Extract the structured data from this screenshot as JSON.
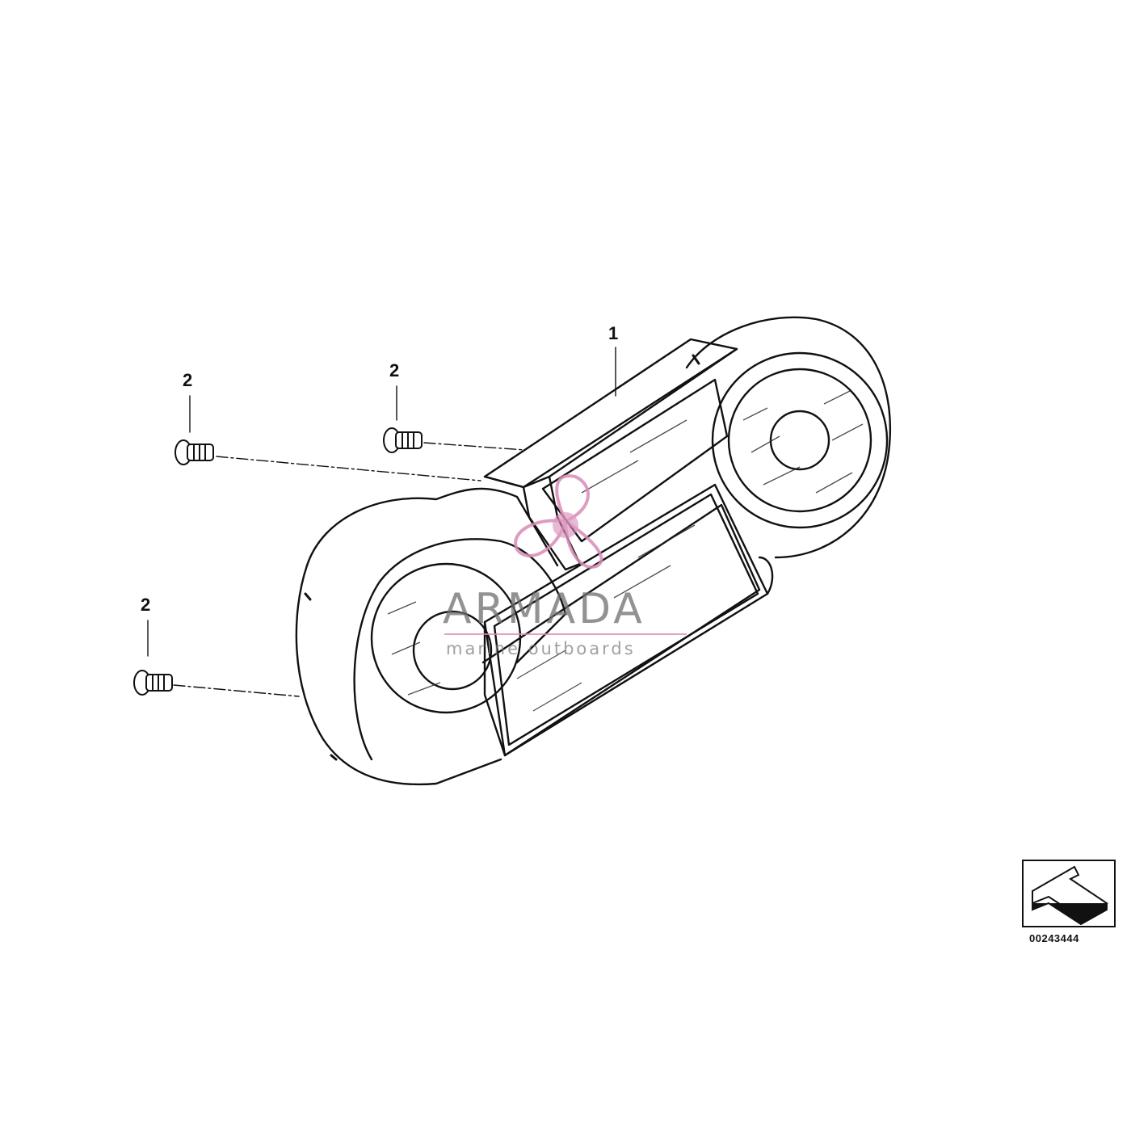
{
  "diagram": {
    "callouts": [
      {
        "id": "part-1",
        "label": "1"
      },
      {
        "id": "screw-a",
        "label": "2"
      },
      {
        "id": "screw-b",
        "label": "2"
      },
      {
        "id": "screw-c",
        "label": "2"
      }
    ],
    "reference_number": "00243444"
  },
  "watermark": {
    "brand": "ARMADA",
    "tagline": "marine outboards",
    "accent_color": "#d98bb7"
  },
  "colors": {
    "line": "#111111",
    "background": "#ffffff"
  }
}
